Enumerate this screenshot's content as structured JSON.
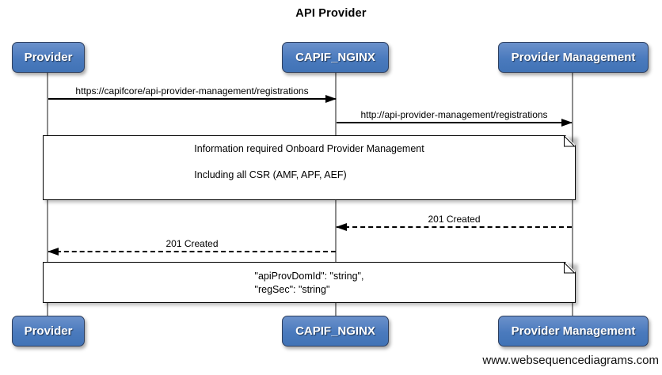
{
  "title": "API Provider",
  "watermark": "www.websequencediagrams.com",
  "colors": {
    "actor_fill_top": "#6b91cb",
    "actor_fill_bottom": "#4173b6",
    "actor_border": "#2e3f5e",
    "actor_text": "#ffffff",
    "lifeline": "#8c8c8c",
    "arrow": "#000000",
    "note_background": "#ffffff",
    "note_border": "#000000",
    "background": "#ffffff"
  },
  "actors": [
    {
      "id": "provider",
      "label": "Provider"
    },
    {
      "id": "capif-nginx",
      "label": "CAPIF_NGINX"
    },
    {
      "id": "provider-management",
      "label": "Provider Management"
    }
  ],
  "messages": [
    {
      "label": "https://capifcore/api-provider-management/registrations",
      "from": "provider",
      "to": "capif-nginx",
      "style": "solid"
    },
    {
      "label": "http://api-provider-management/registrations",
      "from": "capif-nginx",
      "to": "provider-management",
      "style": "solid"
    },
    {
      "label": "201 Created",
      "from": "provider-management",
      "to": "capif-nginx",
      "style": "dashed"
    },
    {
      "label": "201 Created",
      "from": "capif-nginx",
      "to": "provider",
      "style": "dashed"
    }
  ],
  "notes": [
    {
      "over": [
        "provider",
        "provider-management"
      ],
      "line1": "Information required Onboard Provider Management",
      "line2": "Including all CSR (AMF, APF, AEF)"
    },
    {
      "over": [
        "provider",
        "provider-management"
      ],
      "line1": "\"apiProvDomId\": \"string\",",
      "line2": "\"regSec\": \"string\""
    }
  ]
}
